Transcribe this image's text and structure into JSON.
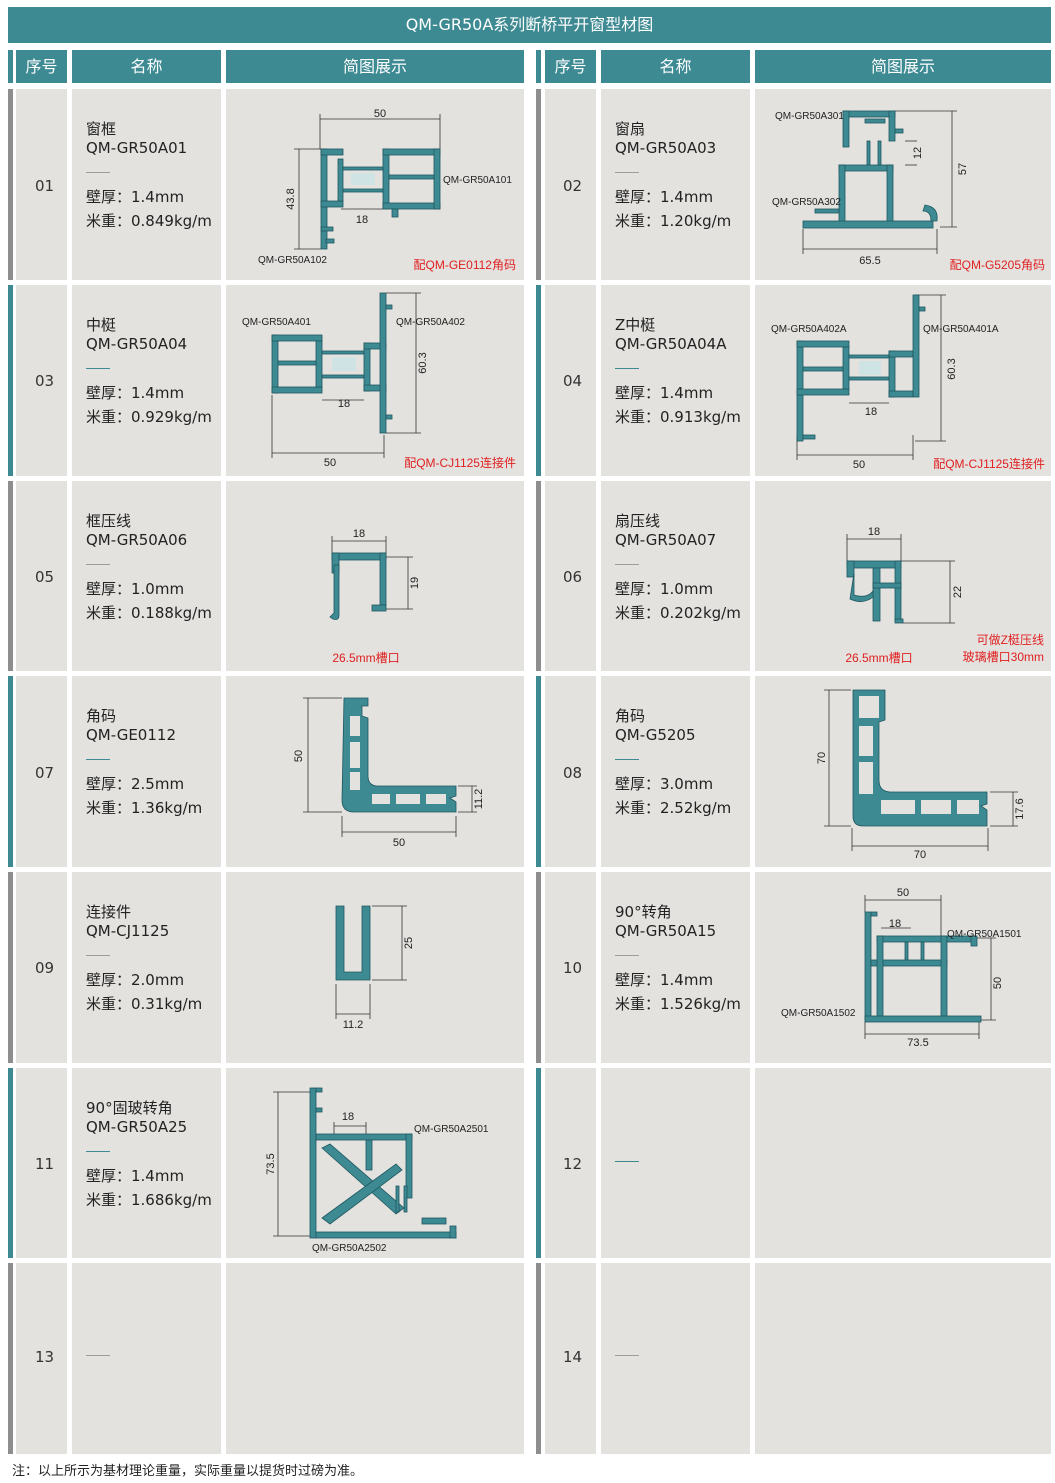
{
  "title": "QM-GR50A系列断桥平开窗型材图",
  "headers": {
    "seq": "序号",
    "name": "名称",
    "diagram": "简图展示"
  },
  "colors": {
    "teal": "#3d8a93",
    "grey_accent": "#8e8e8e",
    "cell": "#e3e2df",
    "red_note": "#e02020"
  },
  "rows": [
    {
      "left": {
        "seq": "01",
        "name": "窗框",
        "code": "QM-GR50A01",
        "wall": "壁厚：1.4mm",
        "weight": "米重：0.849kg/m",
        "dims": {
          "width": "50",
          "height": "43.8",
          "inner": "18"
        },
        "parts": [
          "QM-GR50A101",
          "QM-GR50A102"
        ],
        "note": "配QM-GE0112角码"
      },
      "right": {
        "seq": "02",
        "name": "窗扇",
        "code": "QM-GR50A03",
        "wall": "壁厚：1.4mm",
        "weight": "米重：1.20kg/m",
        "dims": {
          "width": "65.5",
          "height": "57",
          "inner": "12"
        },
        "parts": [
          "QM-GR50A301",
          "QM-GR50A302"
        ],
        "note": "配QM-G5205角码"
      }
    },
    {
      "left": {
        "seq": "03",
        "name": "中梃",
        "code": "QM-GR50A04",
        "wall": "壁厚：1.4mm",
        "weight": "米重：0.929kg/m",
        "dims": {
          "width": "50",
          "height": "60.3",
          "inner": "18"
        },
        "parts": [
          "QM-GR50A401",
          "QM-GR50A402"
        ],
        "note": "配QM-CJ1125连接件"
      },
      "right": {
        "seq": "04",
        "name": "Z中梃",
        "code": "QM-GR50A04A",
        "wall": "壁厚：1.4mm",
        "weight": "米重：0.913kg/m",
        "dims": {
          "width": "50",
          "height": "60.3",
          "inner": "18"
        },
        "parts": [
          "QM-GR50A402A",
          "QM-GR50A401A"
        ],
        "note": "配QM-CJ1125连接件"
      }
    },
    {
      "left": {
        "seq": "05",
        "name": "框压线",
        "code": "QM-GR50A06",
        "wall": "壁厚：1.0mm",
        "weight": "米重：0.188kg/m",
        "dims": {
          "width": "18",
          "height": "19"
        },
        "note": "26.5mm槽口"
      },
      "right": {
        "seq": "06",
        "name": "扇压线",
        "code": "QM-GR50A07",
        "wall": "壁厚：1.0mm",
        "weight": "米重：0.202kg/m",
        "dims": {
          "width": "18",
          "height": "22"
        },
        "note": "26.5mm槽口",
        "note2a": "可做Z梃压线",
        "note2b": "玻璃槽口30mm"
      }
    },
    {
      "left": {
        "seq": "07",
        "name": "角码",
        "code": "QM-GE0112",
        "wall": "壁厚：2.5mm",
        "weight": "米重：1.36kg/m",
        "dims": {
          "width": "50",
          "height": "50",
          "thick": "11.2"
        }
      },
      "right": {
        "seq": "08",
        "name": "角码",
        "code": "QM-G5205",
        "wall": "壁厚：3.0mm",
        "weight": "米重：2.52kg/m",
        "dims": {
          "width": "70",
          "height": "70",
          "thick": "17.6"
        }
      }
    },
    {
      "left": {
        "seq": "09",
        "name": "连接件",
        "code": "QM-CJ1125",
        "wall": "壁厚：2.0mm",
        "weight": "米重：0.31kg/m",
        "dims": {
          "width": "11.2",
          "height": "25"
        }
      },
      "right": {
        "seq": "10",
        "name": "90°转角",
        "code": "QM-GR50A15",
        "wall": "壁厚：1.4mm",
        "weight": "米重：1.526kg/m",
        "dims": {
          "width": "73.5",
          "height": "50",
          "top": "50",
          "inner": "18"
        },
        "parts": [
          "QM-GR50A1501",
          "QM-GR50A1502"
        ]
      }
    },
    {
      "left": {
        "seq": "11",
        "name": "90°固玻转角",
        "code": "QM-GR50A25",
        "wall": "壁厚：1.4mm",
        "weight": "米重：1.686kg/m",
        "dims": {
          "height": "73.5",
          "inner": "18"
        },
        "parts": [
          "QM-GR50A2501",
          "QM-GR50A2502"
        ]
      },
      "right": {
        "seq": "12"
      }
    },
    {
      "left": {
        "seq": "13"
      },
      "right": {
        "seq": "14"
      }
    }
  ],
  "footnote": "注：以上所示为基材理论重量，实际重量以提货时过磅为准。"
}
